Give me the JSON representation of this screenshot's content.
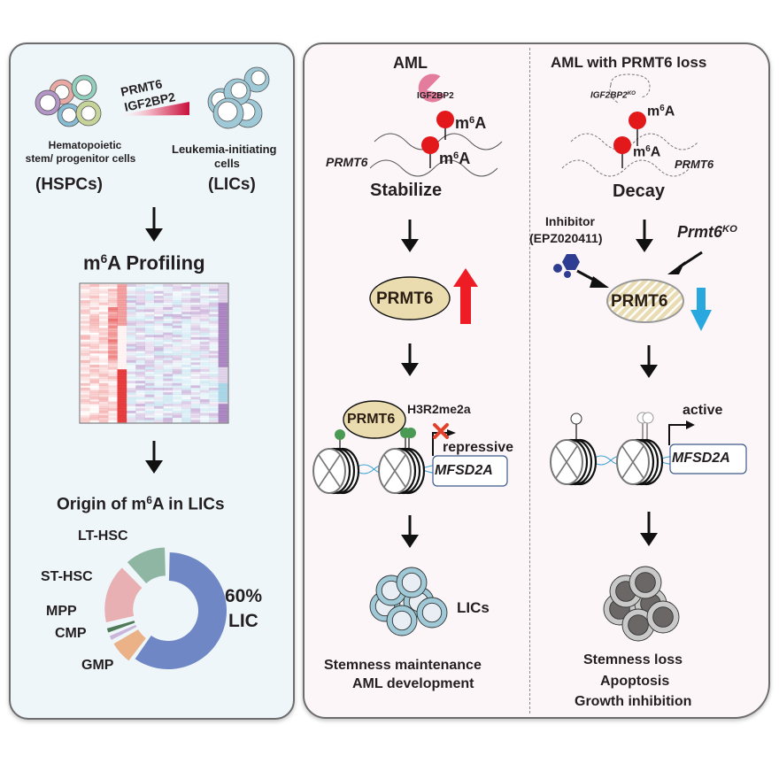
{
  "left_panel": {
    "hspc_label_line1": "Hematopoietic",
    "hspc_label_line2": "stem/ progenitor cells",
    "hspc_abbrev": "(HSPCs)",
    "lic_label_line1": "Leukemia-initiating",
    "lic_label_line2": "cells",
    "lic_abbrev": "(LICs)",
    "gradient_label_1": "PRMT6",
    "gradient_label_2": "IGF2BP2",
    "profiling_prefix": "m",
    "profiling_sup": "6",
    "profiling_suffix": "A Profiling",
    "origin_prefix": "Origin of m",
    "origin_sup": "6",
    "origin_suffix": "A in LICs",
    "pie_center_pct": "60%",
    "pie_center_label": "LIC"
  },
  "colors": {
    "left_bg": "#eef6fa",
    "right_bg": "#fcf6f9",
    "m6a_red": "#e3181b",
    "up_arrow": "#ee1c25",
    "down_arrow": "#29a8e0",
    "prmt6_fill": "#ebdcb0",
    "lic_cell": "#9fc9d6",
    "igf2bp2": "#e47c9d",
    "inhibitor": "#2e3d91"
  },
  "chart_data": {
    "type": "pie",
    "title": "Origin of m6A in LICs",
    "style": "donut",
    "categories": [
      "LIC",
      "GMP",
      "CMP",
      "MPP",
      "ST-HSC",
      "LT-HSC"
    ],
    "values": [
      60,
      7,
      2,
      2,
      17,
      12
    ],
    "unit": "%",
    "colors": [
      "#6f88c5",
      "#eab286",
      "#c9b6da",
      "#4f7a58",
      "#e8b0b3",
      "#8fb5a3"
    ],
    "legend": "labels-around"
  },
  "heatmap": {
    "description": "m6A profiling heatmap",
    "column_groups": [
      "red",
      "purple-blue"
    ]
  },
  "middle_panel": {
    "title": "AML",
    "igf2bp2": "IGF2BP2",
    "m6a_prefix": "m",
    "m6a_sup": "6",
    "m6a_suffix": "A",
    "transcript": "PRMT6",
    "stabilize": "Stabilize",
    "prmt6": "PRMT6",
    "histone_mark": "H3R2me2a",
    "repressive": "repressive",
    "gene": "MFSD2A",
    "cells_label": "LICs",
    "outcome_1": "Stemness maintenance",
    "outcome_2": "AML development"
  },
  "right_panel": {
    "title": "AML with PRMT6 loss",
    "igf2bp2_ko_base": "IGF2BP2",
    "igf2bp2_ko_sup": "KO",
    "m6a_prefix": "m",
    "m6a_sup": "6",
    "m6a_suffix": "A",
    "transcript": "PRMT6",
    "decay": "Decay",
    "inhibitor_1": "Inhibitor",
    "inhibitor_2": "(EPZ020411)",
    "ko_base": "Prmt6",
    "ko_sup": "KO",
    "prmt6": "PRMT6",
    "active": "active",
    "gene": "MFSD2A",
    "outcome_1": "Stemness loss",
    "outcome_2": "Apoptosis",
    "outcome_3": "Growth inhibition"
  }
}
